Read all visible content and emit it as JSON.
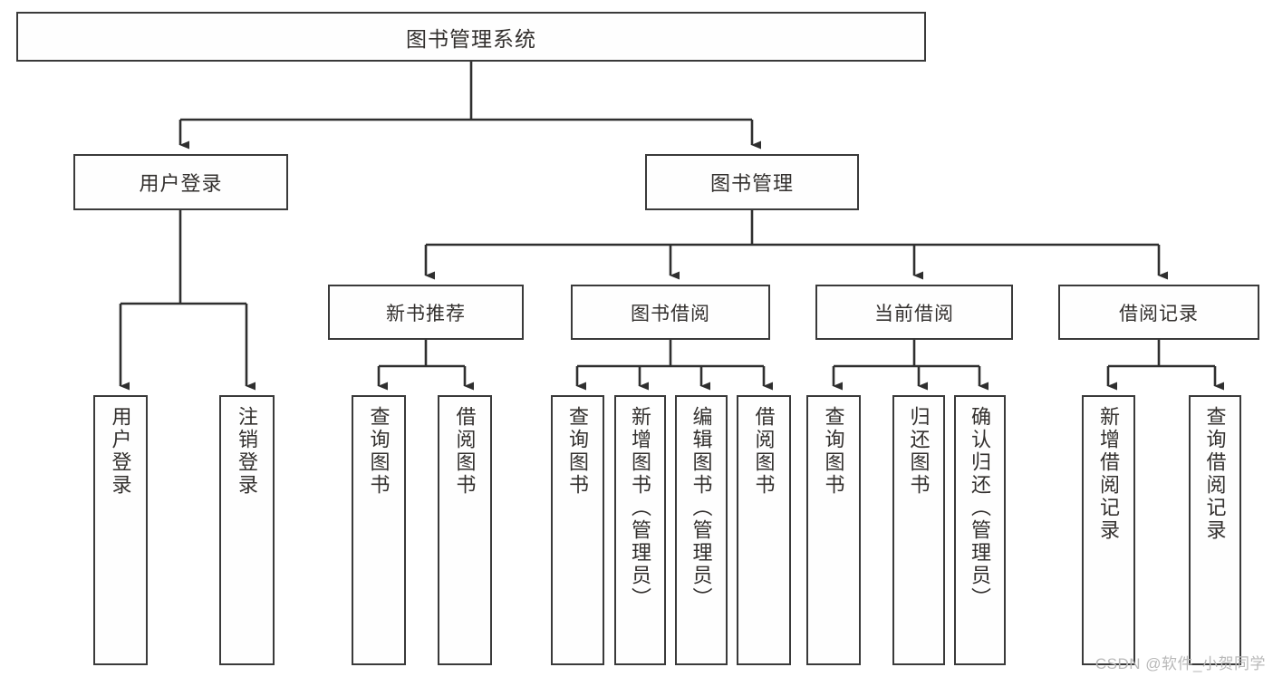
{
  "diagram": {
    "title": "图书管理系统",
    "type": "tree-hierarchy",
    "root": {
      "label": "图书管理系统"
    },
    "level2": [
      {
        "label": "用户登录"
      },
      {
        "label": "图书管理"
      }
    ],
    "level3": [
      {
        "label": "新书推荐"
      },
      {
        "label": "图书借阅"
      },
      {
        "label": "当前借阅"
      },
      {
        "label": "借阅记录"
      }
    ],
    "leaves": {
      "user_login": [
        {
          "label": "用户登录"
        },
        {
          "label": "注销登录"
        }
      ],
      "new_book_recommend": [
        {
          "label": "查询图书"
        },
        {
          "label": "借阅图书"
        }
      ],
      "book_borrow": [
        {
          "label": "查询图书"
        },
        {
          "label": "新增图书（管理员）"
        },
        {
          "label": "编辑图书（管理员）"
        },
        {
          "label": "借阅图书"
        }
      ],
      "current_borrow": [
        {
          "label": "查询图书"
        },
        {
          "label": "归还图书"
        },
        {
          "label": "确认归还（管理员）"
        }
      ],
      "borrow_record": [
        {
          "label": "新增借阅记录"
        },
        {
          "label": "查询借阅记录"
        }
      ]
    }
  },
  "watermark": {
    "text": "CSDN @软件_小贺同学"
  },
  "colors": {
    "border": "#3a3a3a",
    "box_fill": "#fefefe",
    "text": "#33302e",
    "edge": "#2f2f2f",
    "watermark": "#b9b9b9",
    "background": "#ffffff"
  }
}
